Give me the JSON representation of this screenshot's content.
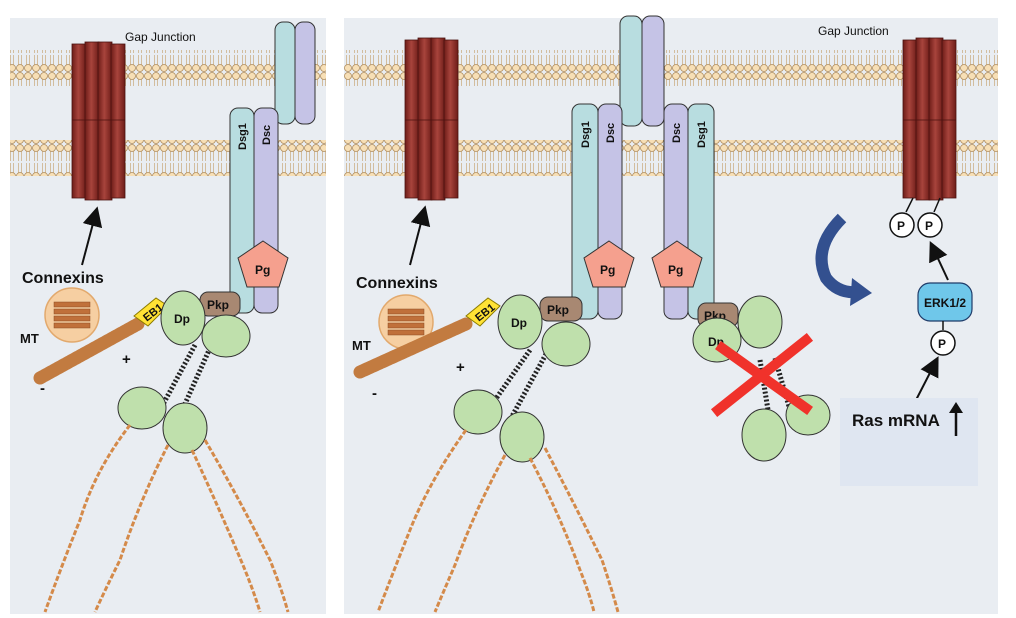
{
  "panels": [
    {
      "gap_junction_label": "Gap Junction",
      "connexins_label": "Connexins",
      "mt_label": "MT",
      "minus_label": "-",
      "plus_label": "+",
      "eb1_label": "EB1",
      "dp_label": "Dp",
      "pkp_label": "Pkp",
      "pg_label": "Pg",
      "dsg1_label": "Dsg1",
      "dsc_label": "Dsc"
    },
    {
      "gap_junction_label": "Gap Junction",
      "connexins_label": "Connexins",
      "mt_label": "MT",
      "minus_label": "-",
      "plus_label": "+",
      "eb1_label": "EB1",
      "dp_label": "Dp",
      "pkp_label": "Pkp",
      "pg_left_label": "Pg",
      "pg_right_label": "Pg",
      "dsg1_left_label": "Dsg1",
      "dsc_left_label": "Dsc",
      "dsc_right_label": "Dsc",
      "dsg1_right_label": "Dsg1",
      "pkp_right_label": "Pkp",
      "dp_right_label": "Dp"
    }
  ],
  "signaling": {
    "p_label": "P",
    "erk_label": "ERK1/2",
    "ras_label": "Ras mRNA"
  },
  "colors": {
    "cytoplasm": "#e9edf2",
    "membrane_head": "#f7dfb6",
    "connexin": "#8b2a24",
    "cadherin_teal": "#b8dde0",
    "cadherin_lavender": "#c5c3e6",
    "pg": "#f5a08e",
    "pkp": "#a88872",
    "dp": "#bfe0ac",
    "eb1": "#ffe235",
    "microtubule": "#d48a4a",
    "erk": "#6fc7ea",
    "curved_arrow": "#33508f",
    "red_x": "#f0322b",
    "ras_box": "#dfe6f1"
  }
}
